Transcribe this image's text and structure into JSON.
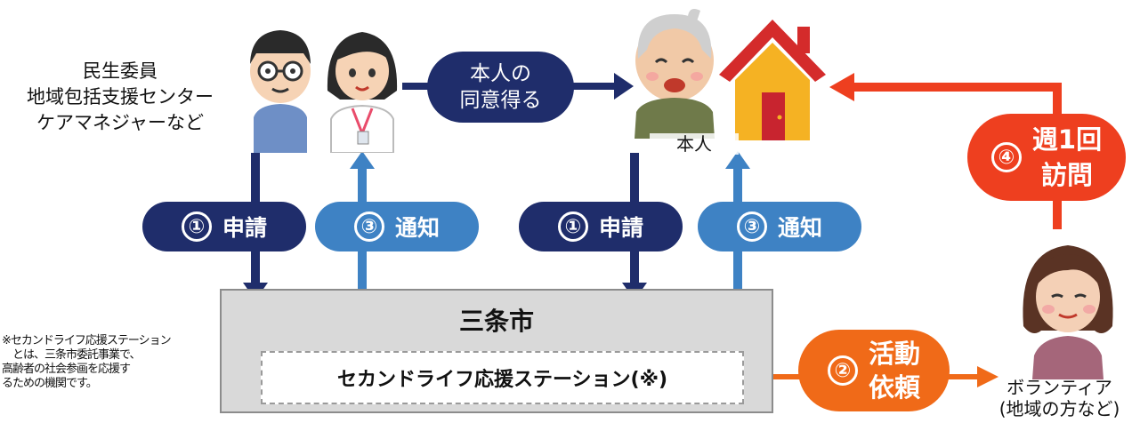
{
  "left_group_label": [
    "民生委員",
    "地域包括支援センター",
    "ケアマネジャーなど"
  ],
  "consent_label": [
    "本人の",
    "同意得る"
  ],
  "person_label": "本人",
  "apply_left": {
    "num": "①",
    "text": "申請"
  },
  "notify_left": {
    "num": "③",
    "text": "通知"
  },
  "apply_right": {
    "num": "①",
    "text": "申請"
  },
  "notify_right": {
    "num": "③",
    "text": "通知"
  },
  "city_label": "三条市",
  "station_label": "セカンドライフ応援ステーション(※)",
  "request": {
    "num": "②",
    "line1": "活動",
    "line2": "依頼"
  },
  "visit": {
    "num": "④",
    "line1": "週1回",
    "line2": "訪問"
  },
  "volunteer_label": [
    "ボランティア",
    "(地域の方など)"
  ],
  "footnote": [
    "※セカンドライフ応援ステーション",
    "とは、三条市委託事業で、",
    "高齢者の社会参画を応援す",
    "るための機関です。"
  ],
  "colors": {
    "dark_navy": "#1f2d6b",
    "blue": "#3e82c4",
    "orange": "#f06a18",
    "red": "#ee3f1f",
    "gray_box": "#d9d9d9"
  }
}
